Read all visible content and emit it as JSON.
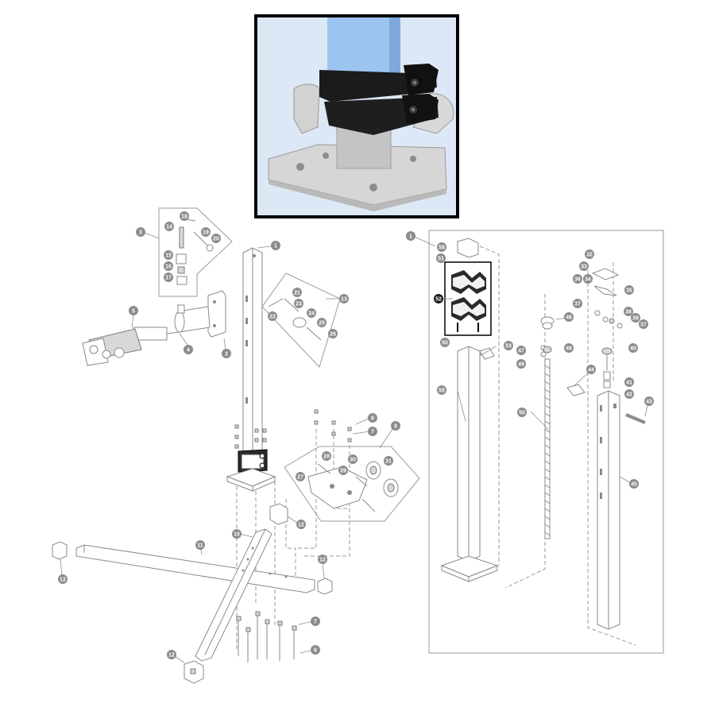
{
  "diagram": {
    "inset": {
      "colors": {
        "post": "#9cc4f1",
        "post_shadow": "#7fa9dc",
        "clamp": "#1b1b1b",
        "plate": "#d6d6d6",
        "background": "#c8dcf4"
      }
    },
    "callouts": [
      {
        "id": "c-1a",
        "label": "1"
      },
      {
        "id": "c-1b",
        "label": "1"
      },
      {
        "id": "c-2",
        "label": "2"
      },
      {
        "id": "c-3",
        "label": "3"
      },
      {
        "id": "c-4",
        "label": "4"
      },
      {
        "id": "c-5",
        "label": "5"
      },
      {
        "id": "c-6",
        "label": "6"
      },
      {
        "id": "c-7a",
        "label": "7"
      },
      {
        "id": "c-7b",
        "label": "7"
      },
      {
        "id": "c-8",
        "label": "8"
      },
      {
        "id": "c-9",
        "label": "9"
      },
      {
        "id": "c-10",
        "label": "10"
      },
      {
        "id": "c-11",
        "label": "11"
      },
      {
        "id": "c-12a",
        "label": "12"
      },
      {
        "id": "c-12b",
        "label": "12"
      },
      {
        "id": "c-12c",
        "label": "12"
      },
      {
        "id": "c-12d",
        "label": "12"
      },
      {
        "id": "c-13",
        "label": "13"
      },
      {
        "id": "c-14",
        "label": "14"
      },
      {
        "id": "c-15",
        "label": "15"
      },
      {
        "id": "c-16",
        "label": "16"
      },
      {
        "id": "c-17",
        "label": "17"
      },
      {
        "id": "c-18",
        "label": "18"
      },
      {
        "id": "c-19",
        "label": "19"
      },
      {
        "id": "c-20",
        "label": "20"
      },
      {
        "id": "c-21",
        "label": "21"
      },
      {
        "id": "c-22",
        "label": "22"
      },
      {
        "id": "c-23",
        "label": "23"
      },
      {
        "id": "c-24",
        "label": "24"
      },
      {
        "id": "c-25",
        "label": "25"
      },
      {
        "id": "c-26",
        "label": "26"
      },
      {
        "id": "c-27",
        "label": "27"
      },
      {
        "id": "c-28",
        "label": "28"
      },
      {
        "id": "c-29",
        "label": "29"
      },
      {
        "id": "c-30",
        "label": "30"
      },
      {
        "id": "c-31",
        "label": "31"
      },
      {
        "id": "c-32",
        "label": "32"
      },
      {
        "id": "c-33",
        "label": "33"
      },
      {
        "id": "c-34",
        "label": "34"
      },
      {
        "id": "c-35",
        "label": "35"
      },
      {
        "id": "c-36",
        "label": "36"
      },
      {
        "id": "c-37a",
        "label": "37"
      },
      {
        "id": "c-37b",
        "label": "37"
      },
      {
        "id": "c-38",
        "label": "38"
      },
      {
        "id": "c-39",
        "label": "39"
      },
      {
        "id": "c-40",
        "label": "40"
      },
      {
        "id": "c-41",
        "label": "41"
      },
      {
        "id": "c-42",
        "label": "42"
      },
      {
        "id": "c-43",
        "label": "43"
      },
      {
        "id": "c-44",
        "label": "44"
      },
      {
        "id": "c-45",
        "label": "45"
      },
      {
        "id": "c-46",
        "label": "46"
      },
      {
        "id": "c-47",
        "label": "47"
      },
      {
        "id": "c-48",
        "label": "48"
      },
      {
        "id": "c-49",
        "label": "49"
      },
      {
        "id": "c-50a",
        "label": "50"
      },
      {
        "id": "c-50b",
        "label": "50"
      },
      {
        "id": "c-51",
        "label": "51"
      },
      {
        "id": "c-52",
        "label": "52"
      },
      {
        "id": "c-53",
        "label": "53"
      },
      {
        "id": "c-55",
        "label": "55"
      },
      {
        "id": "c-58",
        "label": "58"
      }
    ]
  }
}
